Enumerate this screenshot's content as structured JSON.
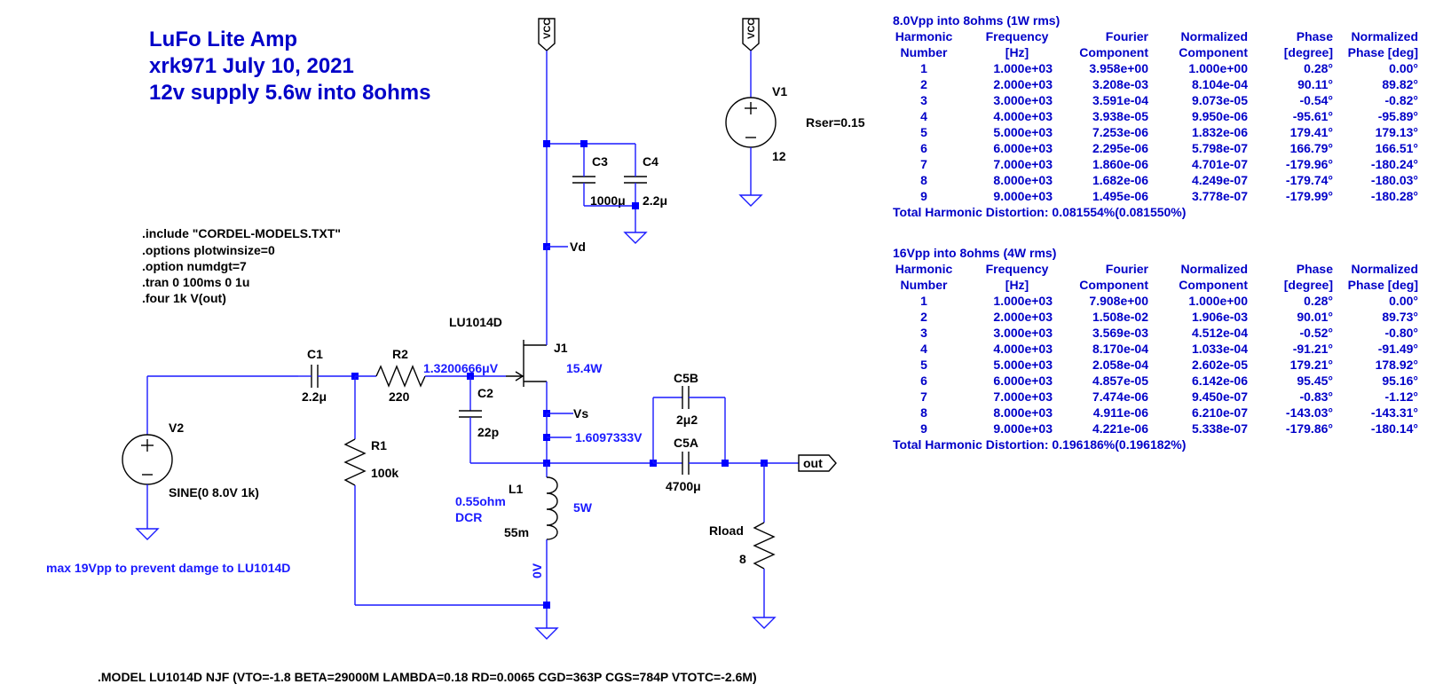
{
  "title": {
    "line1": "LuFo Lite Amp",
    "line2": "xrk971  July 10, 2021",
    "line3": "12v supply 5.6w into 8ohms"
  },
  "directives": [
    ".include \"CORDEL-MODELS.TXT\"",
    ".options plotwinsize=0",
    ".option numdgt=7",
    ".tran 0 100ms 0 1u",
    ".four 1k V(out)"
  ],
  "model_line": ".MODEL LU1014D NJF (VTO=-1.8 BETA=29000M LAMBDA=0.18 RD=0.0065 CGD=363P CGS=784P VTOTC=-2.6M)",
  "warning": "max 19Vpp to prevent damge to LU1014D",
  "components": {
    "vcc_flag": "VCC",
    "v1_name": "V1",
    "v1_value": "12",
    "v1_rser": "Rser=0.15",
    "c3_name": "C3",
    "c3_value": "1000μ",
    "c4_name": "C4",
    "c4_value": "2.2μ",
    "vd_label": "Vd",
    "jfet_model": "LU1014D",
    "jfet_name": "J1",
    "jfet_power": "15.4W",
    "gate_voltage": "1.3200666μV",
    "c1_name": "C1",
    "c1_value": "2.2μ",
    "r2_name": "R2",
    "r2_value": "220",
    "c2_name": "C2",
    "c2_value": "22p",
    "vs_label": "Vs",
    "vs_voltage": "1.6097333V",
    "c5b_name": "C5B",
    "c5b_value": "2μ2",
    "c5a_name": "C5A",
    "c5a_value": "4700μ",
    "out_label": "out",
    "v2_name": "V2",
    "v2_value": "SINE(0 8.0V 1k)",
    "r1_name": "R1",
    "r1_value": "100k",
    "l1_name": "L1",
    "l1_dcr": "0.55ohm",
    "l1_dcr2": "DCR",
    "l1_value": "55m",
    "l1_power": "5W",
    "zero_v_label": "0V",
    "rload_name": "Rload",
    "rload_value": "8"
  },
  "fourier_tables": [
    {
      "caption": "8.0Vpp into 8ohms (1W rms)",
      "headers1": [
        "Harmonic",
        "Frequency",
        "Fourier",
        "Normalized",
        "Phase",
        "Normalized"
      ],
      "headers2": [
        "Number",
        "[Hz]",
        "Component",
        "Component",
        "[degree]",
        "Phase [deg]"
      ],
      "rows": [
        [
          "1",
          "1.000e+03",
          "3.958e+00",
          "1.000e+00",
          "0.28°",
          "0.00°"
        ],
        [
          "2",
          "2.000e+03",
          "3.208e-03",
          "8.104e-04",
          "90.11°",
          "89.82°"
        ],
        [
          "3",
          "3.000e+03",
          "3.591e-04",
          "9.073e-05",
          "-0.54°",
          "-0.82°"
        ],
        [
          "4",
          "4.000e+03",
          "3.938e-05",
          "9.950e-06",
          "-95.61°",
          "-95.89°"
        ],
        [
          "5",
          "5.000e+03",
          "7.253e-06",
          "1.832e-06",
          "179.41°",
          "179.13°"
        ],
        [
          "6",
          "6.000e+03",
          "2.295e-06",
          "5.798e-07",
          "166.79°",
          "166.51°"
        ],
        [
          "7",
          "7.000e+03",
          "1.860e-06",
          "4.701e-07",
          "-179.96°",
          "-180.24°"
        ],
        [
          "8",
          "8.000e+03",
          "1.682e-06",
          "4.249e-07",
          "-179.74°",
          "-180.03°"
        ],
        [
          "9",
          "9.000e+03",
          "1.495e-06",
          "3.778e-07",
          "-179.99°",
          "-180.28°"
        ]
      ],
      "thd": "Total Harmonic Distortion: 0.081554%(0.081550%)"
    },
    {
      "caption": "16Vpp into 8ohms (4W rms)",
      "headers1": [
        "Harmonic",
        "Frequency",
        "Fourier",
        "Normalized",
        "Phase",
        "Normalized"
      ],
      "headers2": [
        "Number",
        "[Hz]",
        "Component",
        "Component",
        "[degree]",
        "Phase [deg]"
      ],
      "rows": [
        [
          "1",
          "1.000e+03",
          "7.908e+00",
          "1.000e+00",
          "0.28°",
          "0.00°"
        ],
        [
          "2",
          "2.000e+03",
          "1.508e-02",
          "1.906e-03",
          "90.01°",
          "89.73°"
        ],
        [
          "3",
          "3.000e+03",
          "3.569e-03",
          "4.512e-04",
          "-0.52°",
          "-0.80°"
        ],
        [
          "4",
          "4.000e+03",
          "8.170e-04",
          "1.033e-04",
          "-91.21°",
          "-91.49°"
        ],
        [
          "5",
          "5.000e+03",
          "2.058e-04",
          "2.602e-05",
          "179.21°",
          "178.92°"
        ],
        [
          "6",
          "6.000e+03",
          "4.857e-05",
          "6.142e-06",
          "95.45°",
          "95.16°"
        ],
        [
          "7",
          "7.000e+03",
          "7.474e-06",
          "9.450e-07",
          "-0.83°",
          "-1.12°"
        ],
        [
          "8",
          "8.000e+03",
          "4.911e-06",
          "6.210e-07",
          "-143.03°",
          "-143.31°"
        ],
        [
          "9",
          "9.000e+03",
          "4.221e-06",
          "5.338e-07",
          "-179.86°",
          "-180.14°"
        ]
      ],
      "thd": "Total Harmonic Distortion: 0.196186%(0.196182%)"
    }
  ]
}
